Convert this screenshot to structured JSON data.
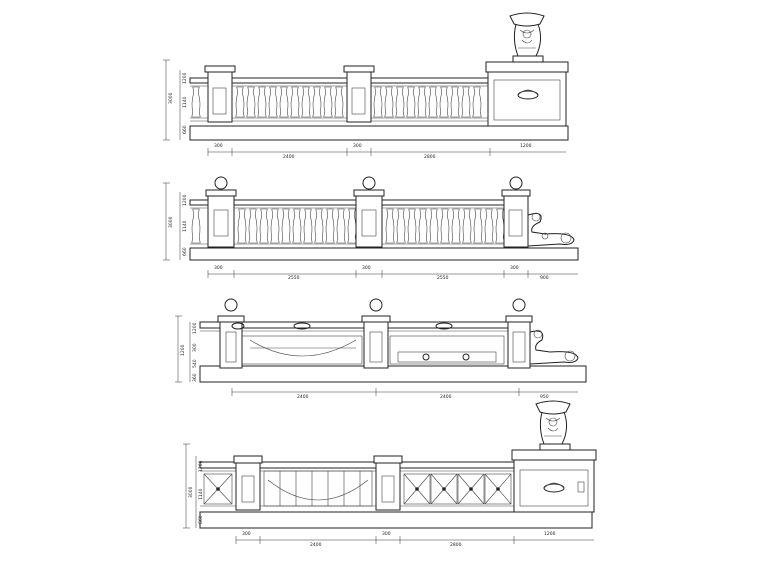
{
  "drawing": {
    "elevations": [
      {
        "id": "elevation-1",
        "height_label": "3000",
        "side_dims": [
          "1200",
          "1140",
          "660"
        ],
        "bottom_dims": [
          "300",
          "2400",
          "300",
          "2800",
          "1200"
        ]
      },
      {
        "id": "elevation-2",
        "height_label": "3000",
        "side_dims": [
          "1200",
          "1140",
          "660"
        ],
        "bottom_dims": [
          "300",
          "2550",
          "300",
          "2550",
          "300",
          "900"
        ]
      },
      {
        "id": "elevation-3",
        "height_label": "1200",
        "side_dims": [
          "1200",
          "300",
          "540",
          "360"
        ],
        "bottom_dims": [
          "2400",
          "2400",
          "950"
        ]
      },
      {
        "id": "elevation-4",
        "height_label": "3000",
        "side_dims": [
          "1200",
          "1140",
          "660"
        ],
        "bottom_dims": [
          "300",
          "2400",
          "300",
          "2800",
          "1200"
        ]
      }
    ]
  }
}
